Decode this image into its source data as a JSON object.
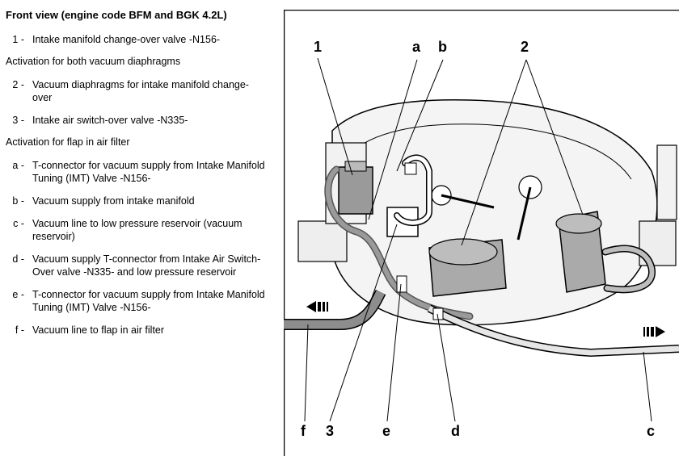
{
  "title": "Front view (engine code BFM and BGK 4.2L)",
  "items": [
    {
      "key": "1 -",
      "text": "Intake manifold change-over valve -N156-"
    },
    {
      "key": "2 -",
      "text": "Vacuum diaphragms for intake manifold change-over"
    },
    {
      "key": "3 -",
      "text": "Intake air switch-over valve -N335-"
    },
    {
      "key": "a -",
      "text": "T-connector for vacuum supply from Intake Manifold Tuning (IMT) Valve -N156-"
    },
    {
      "key": "b -",
      "text": "Vacuum supply from intake manifold"
    },
    {
      "key": "c -",
      "text": "Vacuum line to low pressure reservoir (vacuum reservoir)"
    },
    {
      "key": "d -",
      "text": "Vacuum supply T-connector from Intake Air Switch-Over valve -N335- and low pressure reservoir"
    },
    {
      "key": "e -",
      "text": "T-connector for vacuum supply from Intake Manifold Tuning (IMT) Valve -N156-"
    },
    {
      "key": "f -",
      "text": "Vacuum line to flap in air filter"
    }
  ],
  "sections": {
    "vacuum_diaphragms": "Activation for both vacuum diaphragms",
    "air_filter_flap": "Activation for flap in air filter"
  },
  "figure": {
    "labels": {
      "l1": "1",
      "la": "a",
      "lb": "b",
      "l2": "2",
      "lf": "f",
      "l3": "3",
      "le": "e",
      "ld": "d",
      "lc": "c"
    }
  }
}
